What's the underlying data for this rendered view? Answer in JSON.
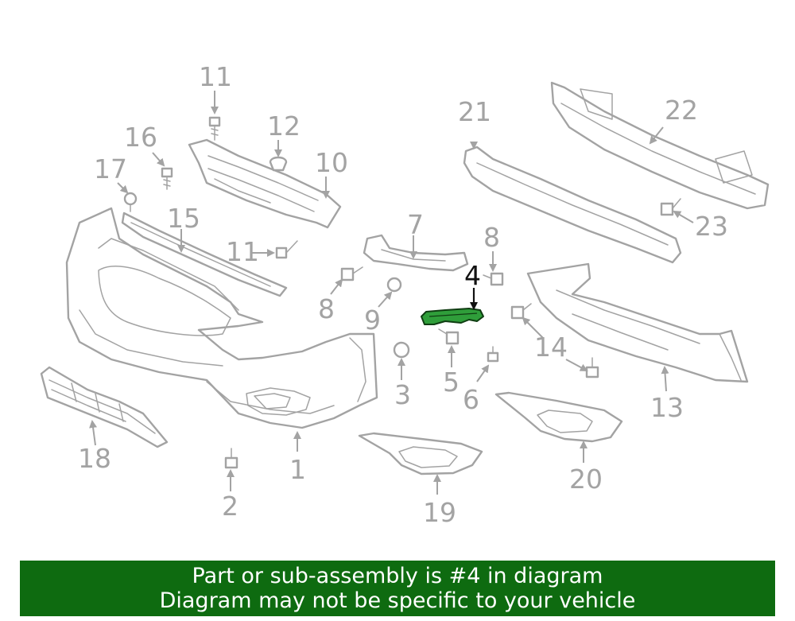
{
  "diagram": {
    "callouts": {
      "c1": "1",
      "c2": "2",
      "c3": "3",
      "c4": "4",
      "c5": "5",
      "c6": "6",
      "c7": "7",
      "c8a": "8",
      "c8b": "8",
      "c9": "9",
      "c10": "10",
      "c11a": "11",
      "c11b": "11",
      "c12": "12",
      "c13": "13",
      "c14": "14",
      "c15": "15",
      "c16": "16",
      "c17": "17",
      "c18": "18",
      "c19": "19",
      "c20": "20",
      "c21": "21",
      "c22": "22",
      "c23": "23"
    },
    "highlight_part": "4",
    "colors": {
      "line": "#a3a3a3",
      "highlight": "#2f9e3a",
      "banner": "#0e6b10"
    }
  },
  "banner": {
    "line1": "Part or sub-assembly is #4 in diagram",
    "line2": "Diagram may not be specific to your vehicle"
  }
}
